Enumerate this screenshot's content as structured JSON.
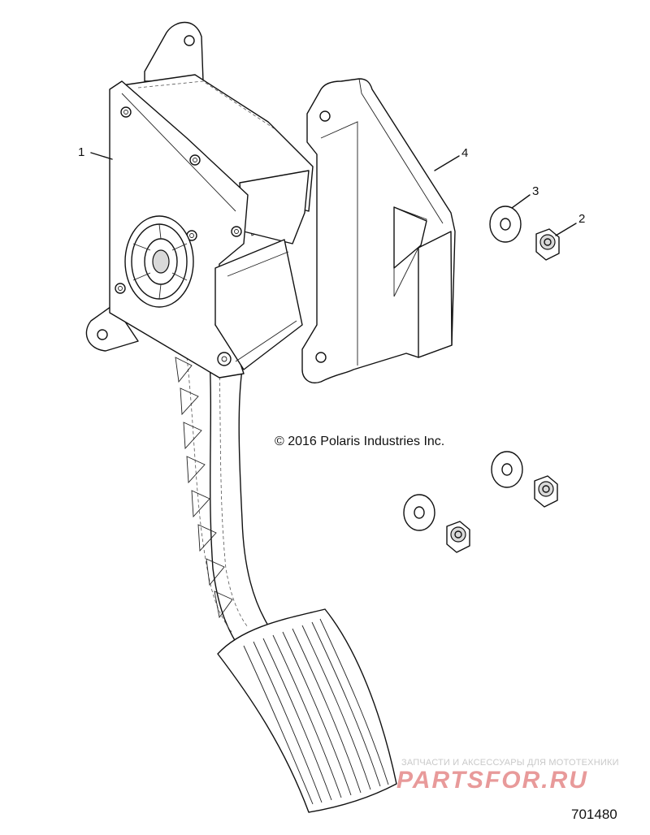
{
  "callouts": [
    {
      "id": "1",
      "label": "1"
    },
    {
      "id": "2",
      "label": "2"
    },
    {
      "id": "3",
      "label": "3"
    },
    {
      "id": "4",
      "label": "4"
    }
  ],
  "copyright": "© 2016 Polaris Industries Inc.",
  "figure_number": "701480",
  "watermark": {
    "tagline": "ЗАПЧАСТИ И АКСЕССУАРЫ ДЛЯ МОТОТЕХНИКИ",
    "logo": "PARTSFOR.RU"
  },
  "colors": {
    "line": "#111111",
    "watermark_logo": "#e89a9a",
    "watermark_text": "#c9c9c9"
  }
}
